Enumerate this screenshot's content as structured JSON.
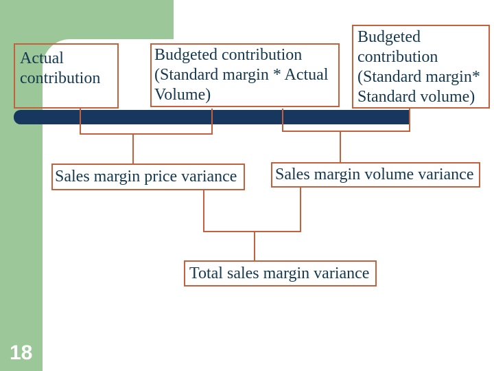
{
  "slide": {
    "page_number": "18",
    "colors": {
      "green": "#9CC798",
      "navy_bar": "#17375E",
      "box_border": "#C4613C",
      "text": "#14384F"
    },
    "boxes": {
      "actual": "Actual\ncontribution",
      "budgeted_actual_volume": "Budgeted contribution\n(Standard margin * Actual\nVolume)",
      "budgeted_standard_volume": "Budgeted\ncontribution\n(Standard margin*\nStandard volume)",
      "price_variance": "Sales margin price variance",
      "volume_variance": "Sales margin volume variance",
      "total_variance": "Total sales margin variance"
    }
  }
}
